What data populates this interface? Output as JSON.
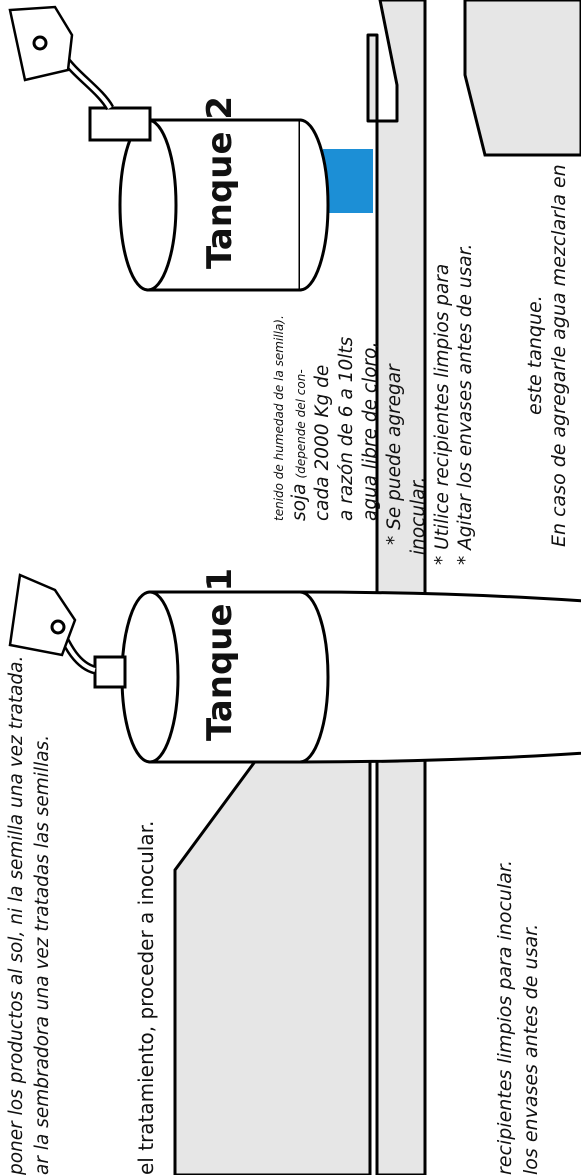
{
  "colors": {
    "tank1_band": "#b3202a",
    "tank2_band": "#1c8fd6",
    "ground": "#e6e6e6"
  },
  "tank1": {
    "label": "Tanque 1"
  },
  "tank2": {
    "label": "Tanque 2"
  },
  "top_right_note": {
    "line1": "En caso de agregarle agua mezclarla en",
    "line2": "este tanque."
  },
  "tank2_instructions": {
    "l1": "* Agitar los envases antes de usar.",
    "l2": "* Utilice recipientes limpios para",
    "l3": "inocular.",
    "l4": "* Se puede agregar",
    "l5": "agua libre de cloro,",
    "l6": "a razón de 6 a 10lts",
    "l7": "cada 2000 Kg de",
    "l8_main": "soja",
    "l8_small": "(depende del con-",
    "l9": "tenido de  humedad de la semilla)."
  },
  "left_note": {
    "line1": "los envases antes de usar.",
    "line2": "recipientes limpios para inocular."
  },
  "bottom_text": {
    "line1": "el tratamiento, proceder a inocular.",
    "line2": "ar la sembradora una vez tratadas las semillas.",
    "line3": "poner los productos al sol, ni la semilla una vez tratada."
  }
}
